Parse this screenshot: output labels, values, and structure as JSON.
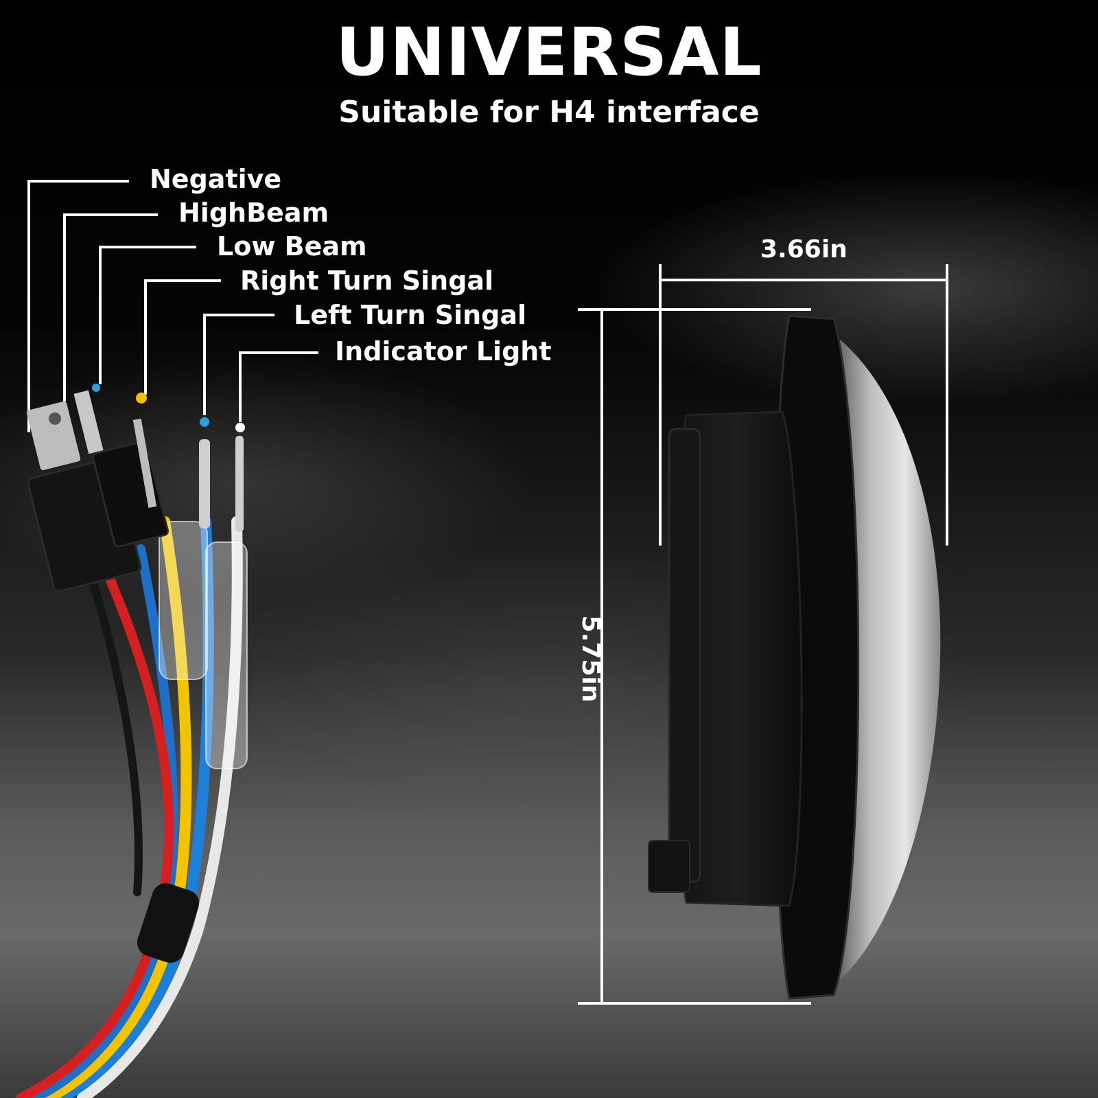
{
  "header": {
    "title": "UNIVERSAL",
    "subtitle": "Suitable for H4 interface"
  },
  "wiring": {
    "labels": [
      "Negative",
      "HighBeam",
      "Low Beam",
      "Right Turn Singal",
      "Left Turn Singal",
      "Indicator Light"
    ],
    "dot_colors": [
      "#2aa0e0",
      "#f0c000",
      "#2aa0e0",
      "#ffffff"
    ]
  },
  "dimensions": {
    "depth": "3.66in",
    "diameter": "5.75in"
  },
  "colors": {
    "wire_red": "#d42020",
    "wire_yellow": "#f2c400",
    "wire_blue": "#1e7fd8",
    "wire_white": "#e8e8e8"
  }
}
